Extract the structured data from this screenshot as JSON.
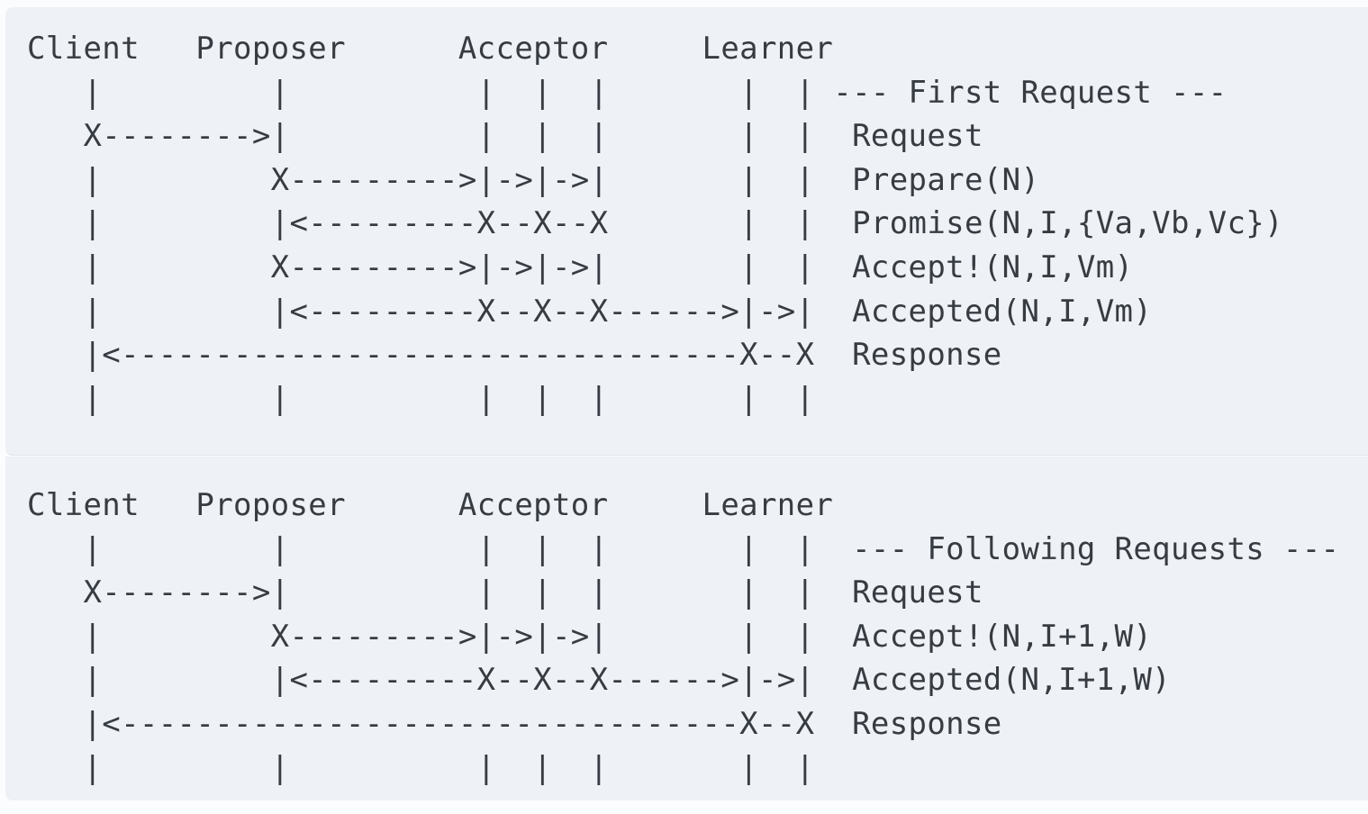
{
  "page": {
    "background_color": "#fbfcfe",
    "block_background_color": "#eef1f5",
    "text_color": "#373c43",
    "divider_color": "#e0e3e8"
  },
  "diagrams": [
    {
      "id": "first-request",
      "section_label": "--- First Request ---",
      "participants": [
        "Client",
        "Proposer",
        "Acceptor",
        "Learner"
      ],
      "messages": [
        "Request",
        "Prepare(N)",
        "Promise(N,I,{Va,Vb,Vc})",
        "Accept!(N,I,Vm)",
        "Accepted(N,I,Vm)",
        "Response"
      ],
      "ascii": [
        "Client   Proposer      Acceptor     Learner",
        "   |         |          |  |  |       |  | --- First Request ---",
        "   X-------->|          |  |  |       |  |  Request",
        "   |         X--------->|->|->|       |  |  Prepare(N)",
        "   |         |<---------X--X--X       |  |  Promise(N,I,{Va,Vb,Vc})",
        "   |         X--------->|->|->|       |  |  Accept!(N,I,Vm)",
        "   |         |<---------X--X--X------>|->|  Accepted(N,I,Vm)",
        "   |<---------------------------------X--X  Response",
        "   |         |          |  |  |       |  |"
      ]
    },
    {
      "id": "following-requests",
      "section_label": "--- Following Requests ---",
      "participants": [
        "Client",
        "Proposer",
        "Acceptor",
        "Learner"
      ],
      "messages": [
        "Request",
        "Accept!(N,I+1,W)",
        "Accepted(N,I+1,W)",
        "Response"
      ],
      "ascii": [
        "Client   Proposer      Acceptor     Learner",
        "   |         |          |  |  |       |  |  --- Following Requests ---",
        "   X-------->|          |  |  |       |  |  Request",
        "   |         X--------->|->|->|       |  |  Accept!(N,I+1,W)",
        "   |         |<---------X--X--X------>|->|  Accepted(N,I+1,W)",
        "   |<---------------------------------X--X  Response",
        "   |         |          |  |  |       |  |"
      ]
    }
  ]
}
